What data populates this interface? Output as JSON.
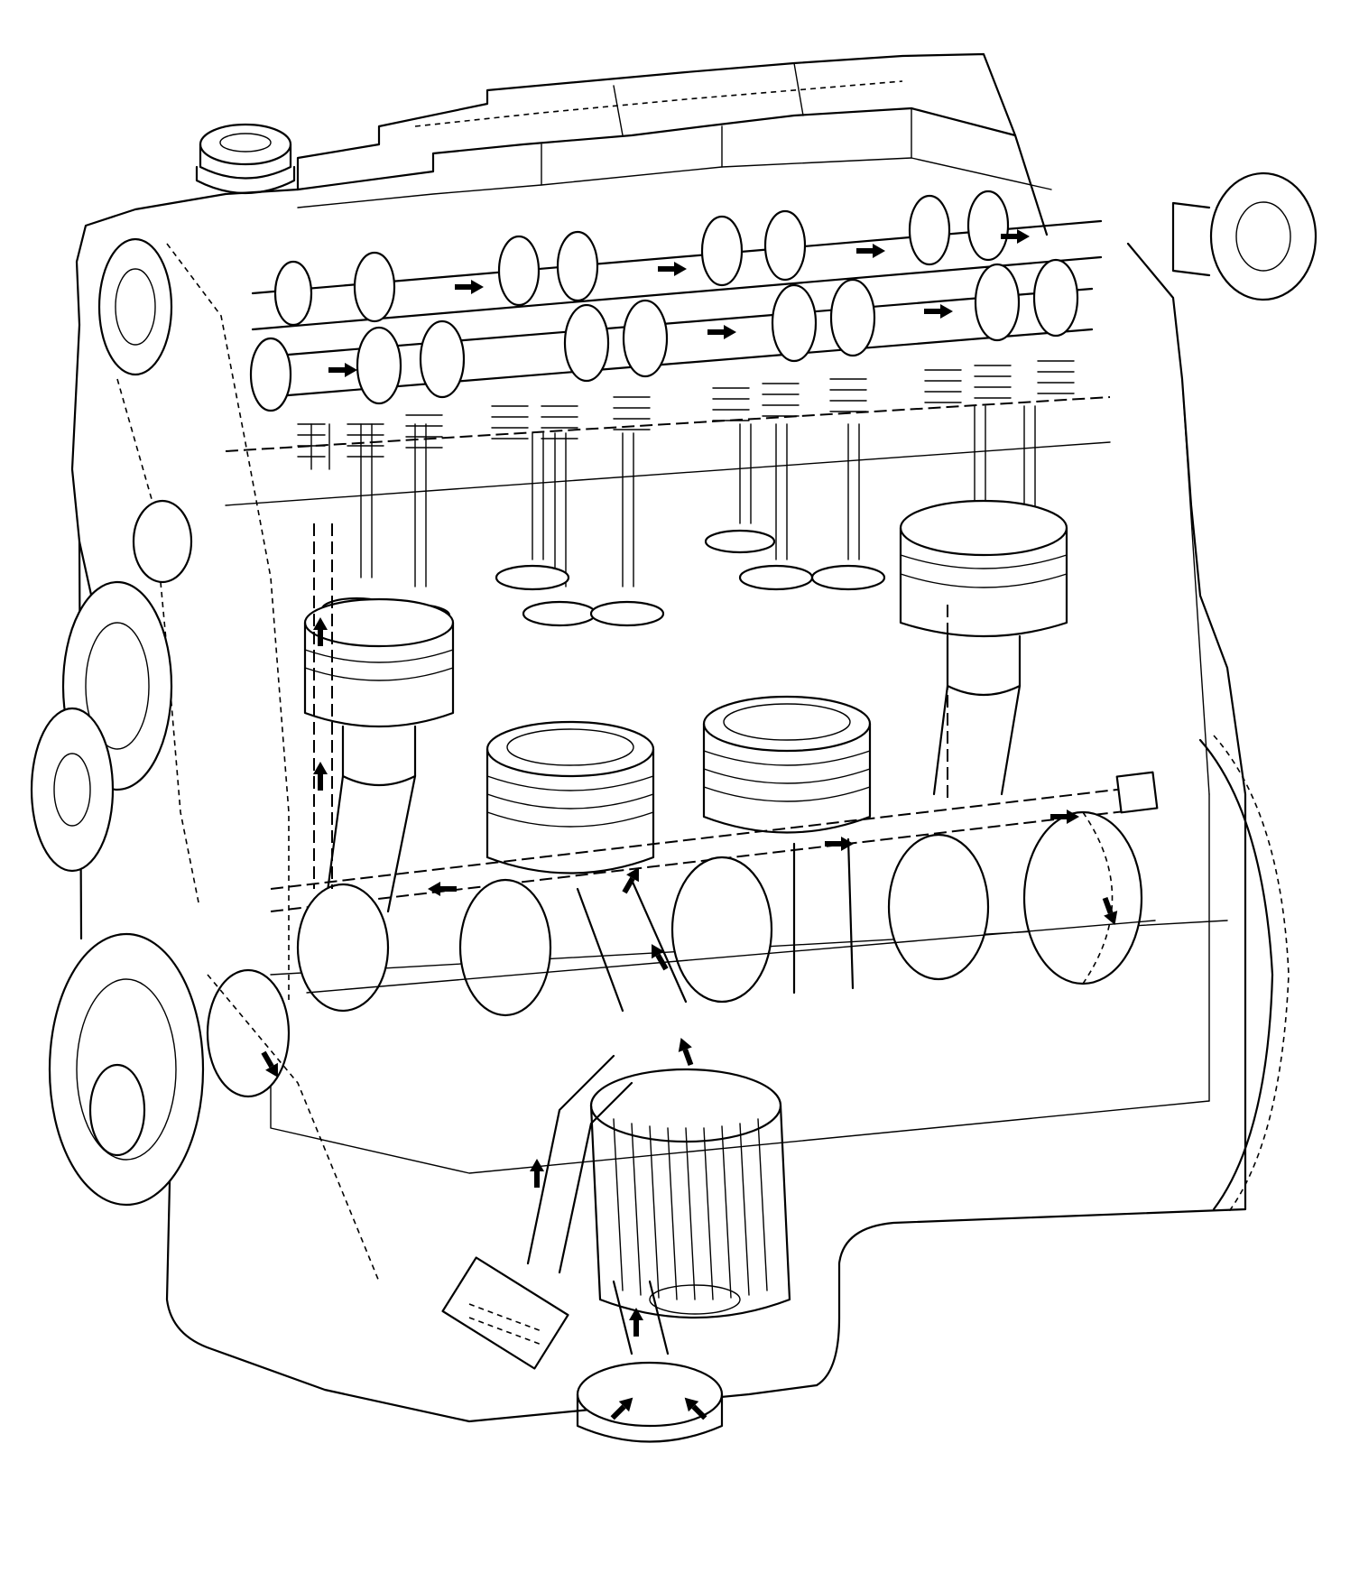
{
  "diagram": {
    "subject": "",
    "colors": {
      "line": "#000000",
      "background": "#ffffff"
    },
    "components": [
      {
        "id": "oil-filler-cap",
        "icon": "cap-icon"
      },
      {
        "id": "valve-cover",
        "icon": "cover-icon"
      },
      {
        "id": "intake-camshaft",
        "icon": "camshaft-icon"
      },
      {
        "id": "exhaust-camshaft",
        "icon": "camshaft-icon"
      },
      {
        "id": "valves",
        "icon": "valve-icon"
      },
      {
        "id": "pistons",
        "icon": "piston-icon"
      },
      {
        "id": "crankshaft",
        "icon": "crankshaft-icon"
      },
      {
        "id": "oil-filter",
        "icon": "filter-icon"
      },
      {
        "id": "oil-pickup",
        "icon": "pickup-icon"
      },
      {
        "id": "oil-pan",
        "icon": "pan-icon"
      },
      {
        "id": "timing-chain",
        "icon": "chain-icon"
      },
      {
        "id": "crank-pulley",
        "icon": "pulley-icon"
      },
      {
        "id": "flywheel",
        "icon": "gear-icon"
      },
      {
        "id": "main-oil-gallery",
        "icon": "gallery-icon"
      }
    ],
    "flow_arrows": [
      {
        "id": "arrow-intake-cam-1",
        "angle": 0
      },
      {
        "id": "arrow-intake-cam-2",
        "angle": 0
      },
      {
        "id": "arrow-intake-cam-3",
        "angle": 0
      },
      {
        "id": "arrow-intake-cam-4",
        "angle": 0
      },
      {
        "id": "arrow-exhaust-cam-1",
        "angle": 0
      },
      {
        "id": "arrow-exhaust-cam-2",
        "angle": 0
      },
      {
        "id": "arrow-exhaust-cam-3",
        "angle": 0
      },
      {
        "id": "arrow-gallery-1",
        "angle": 180
      },
      {
        "id": "arrow-gallery-2",
        "angle": 0
      },
      {
        "id": "arrow-gallery-3",
        "angle": 0
      },
      {
        "id": "arrow-riser-1",
        "angle": -90
      },
      {
        "id": "arrow-riser-2",
        "angle": -90
      },
      {
        "id": "arrow-riser-3",
        "angle": -90
      },
      {
        "id": "arrow-filter-out",
        "angle": -110
      },
      {
        "id": "arrow-pickup-1",
        "angle": -90
      },
      {
        "id": "arrow-pickup-2",
        "angle": -45
      },
      {
        "id": "arrow-pickup-3",
        "angle": 225
      },
      {
        "id": "arrow-crank-1",
        "angle": 60
      },
      {
        "id": "arrow-crank-2",
        "angle": 70
      },
      {
        "id": "arrow-conrod-1",
        "angle": -120
      },
      {
        "id": "arrow-conrod-2",
        "angle": -60
      }
    ]
  }
}
